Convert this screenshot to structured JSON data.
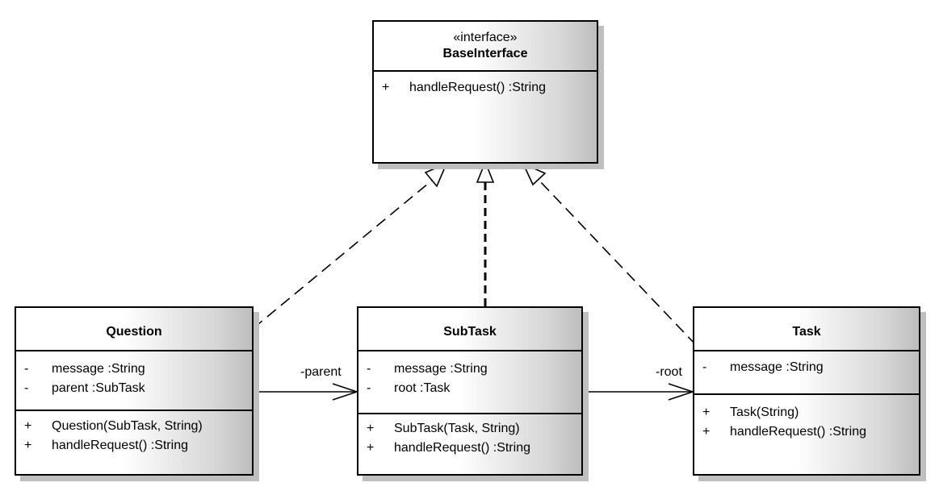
{
  "interface": {
    "stereotype": "«interface»",
    "name": "BaseInterface",
    "operations": [
      {
        "vis": "+",
        "text": "handleRequest() :String"
      }
    ]
  },
  "question": {
    "name": "Question",
    "attributes": [
      {
        "vis": "-",
        "text": "message :String"
      },
      {
        "vis": "-",
        "text": "parent :SubTask"
      }
    ],
    "operations": [
      {
        "vis": "+",
        "text": "Question(SubTask, String)"
      },
      {
        "vis": "+",
        "text": "handleRequest() :String"
      }
    ]
  },
  "subtask": {
    "name": "SubTask",
    "attributes": [
      {
        "vis": "-",
        "text": "message :String"
      },
      {
        "vis": "-",
        "text": "root :Task"
      }
    ],
    "operations": [
      {
        "vis": "+",
        "text": "SubTask(Task, String)"
      },
      {
        "vis": "+",
        "text": "handleRequest() :String"
      }
    ]
  },
  "task": {
    "name": "Task",
    "attributes": [
      {
        "vis": "-",
        "text": "message :String"
      }
    ],
    "operations": [
      {
        "vis": "+",
        "text": "Task(String)"
      },
      {
        "vis": "+",
        "text": "handleRequest() :String"
      }
    ]
  },
  "associations": {
    "parent_label": "-parent",
    "root_label": "-root"
  }
}
